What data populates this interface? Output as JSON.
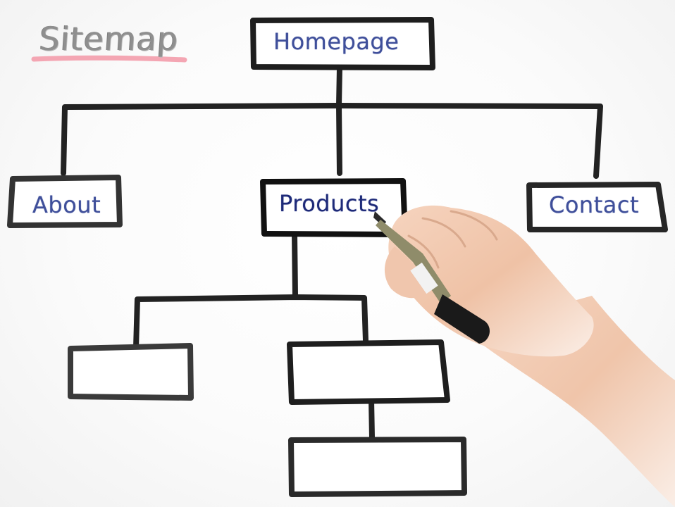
{
  "title": "Sitemap",
  "nodes": {
    "homepage": "Homepage",
    "about": "About",
    "products": "Products",
    "contact": "Contact"
  },
  "colors": {
    "title_underline": "#f4a6b3",
    "label_text": "#3f4f9a",
    "box_stroke": "#1c1c1c",
    "skin": "#f2cbb3",
    "marker_body": "#8f8c6a",
    "marker_cap": "#1a1a1a"
  }
}
